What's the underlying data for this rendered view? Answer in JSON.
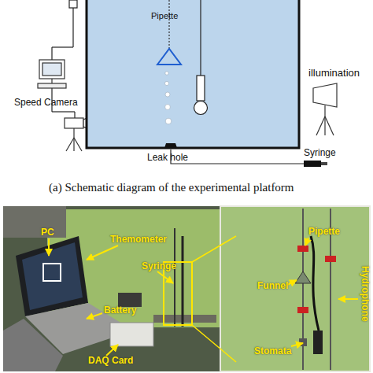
{
  "diagram": {
    "caption": "(a) Schematic diagram of the experimental platform",
    "labels": [
      "Pipette",
      "illumination",
      "Speed Camera",
      "Leak hole",
      "Syringe",
      "PC",
      "Themometer",
      "Syringe",
      "Battery",
      "DAQ Card",
      "Pipette",
      "Funnel",
      "Hydrophone",
      "Stomata"
    ]
  }
}
